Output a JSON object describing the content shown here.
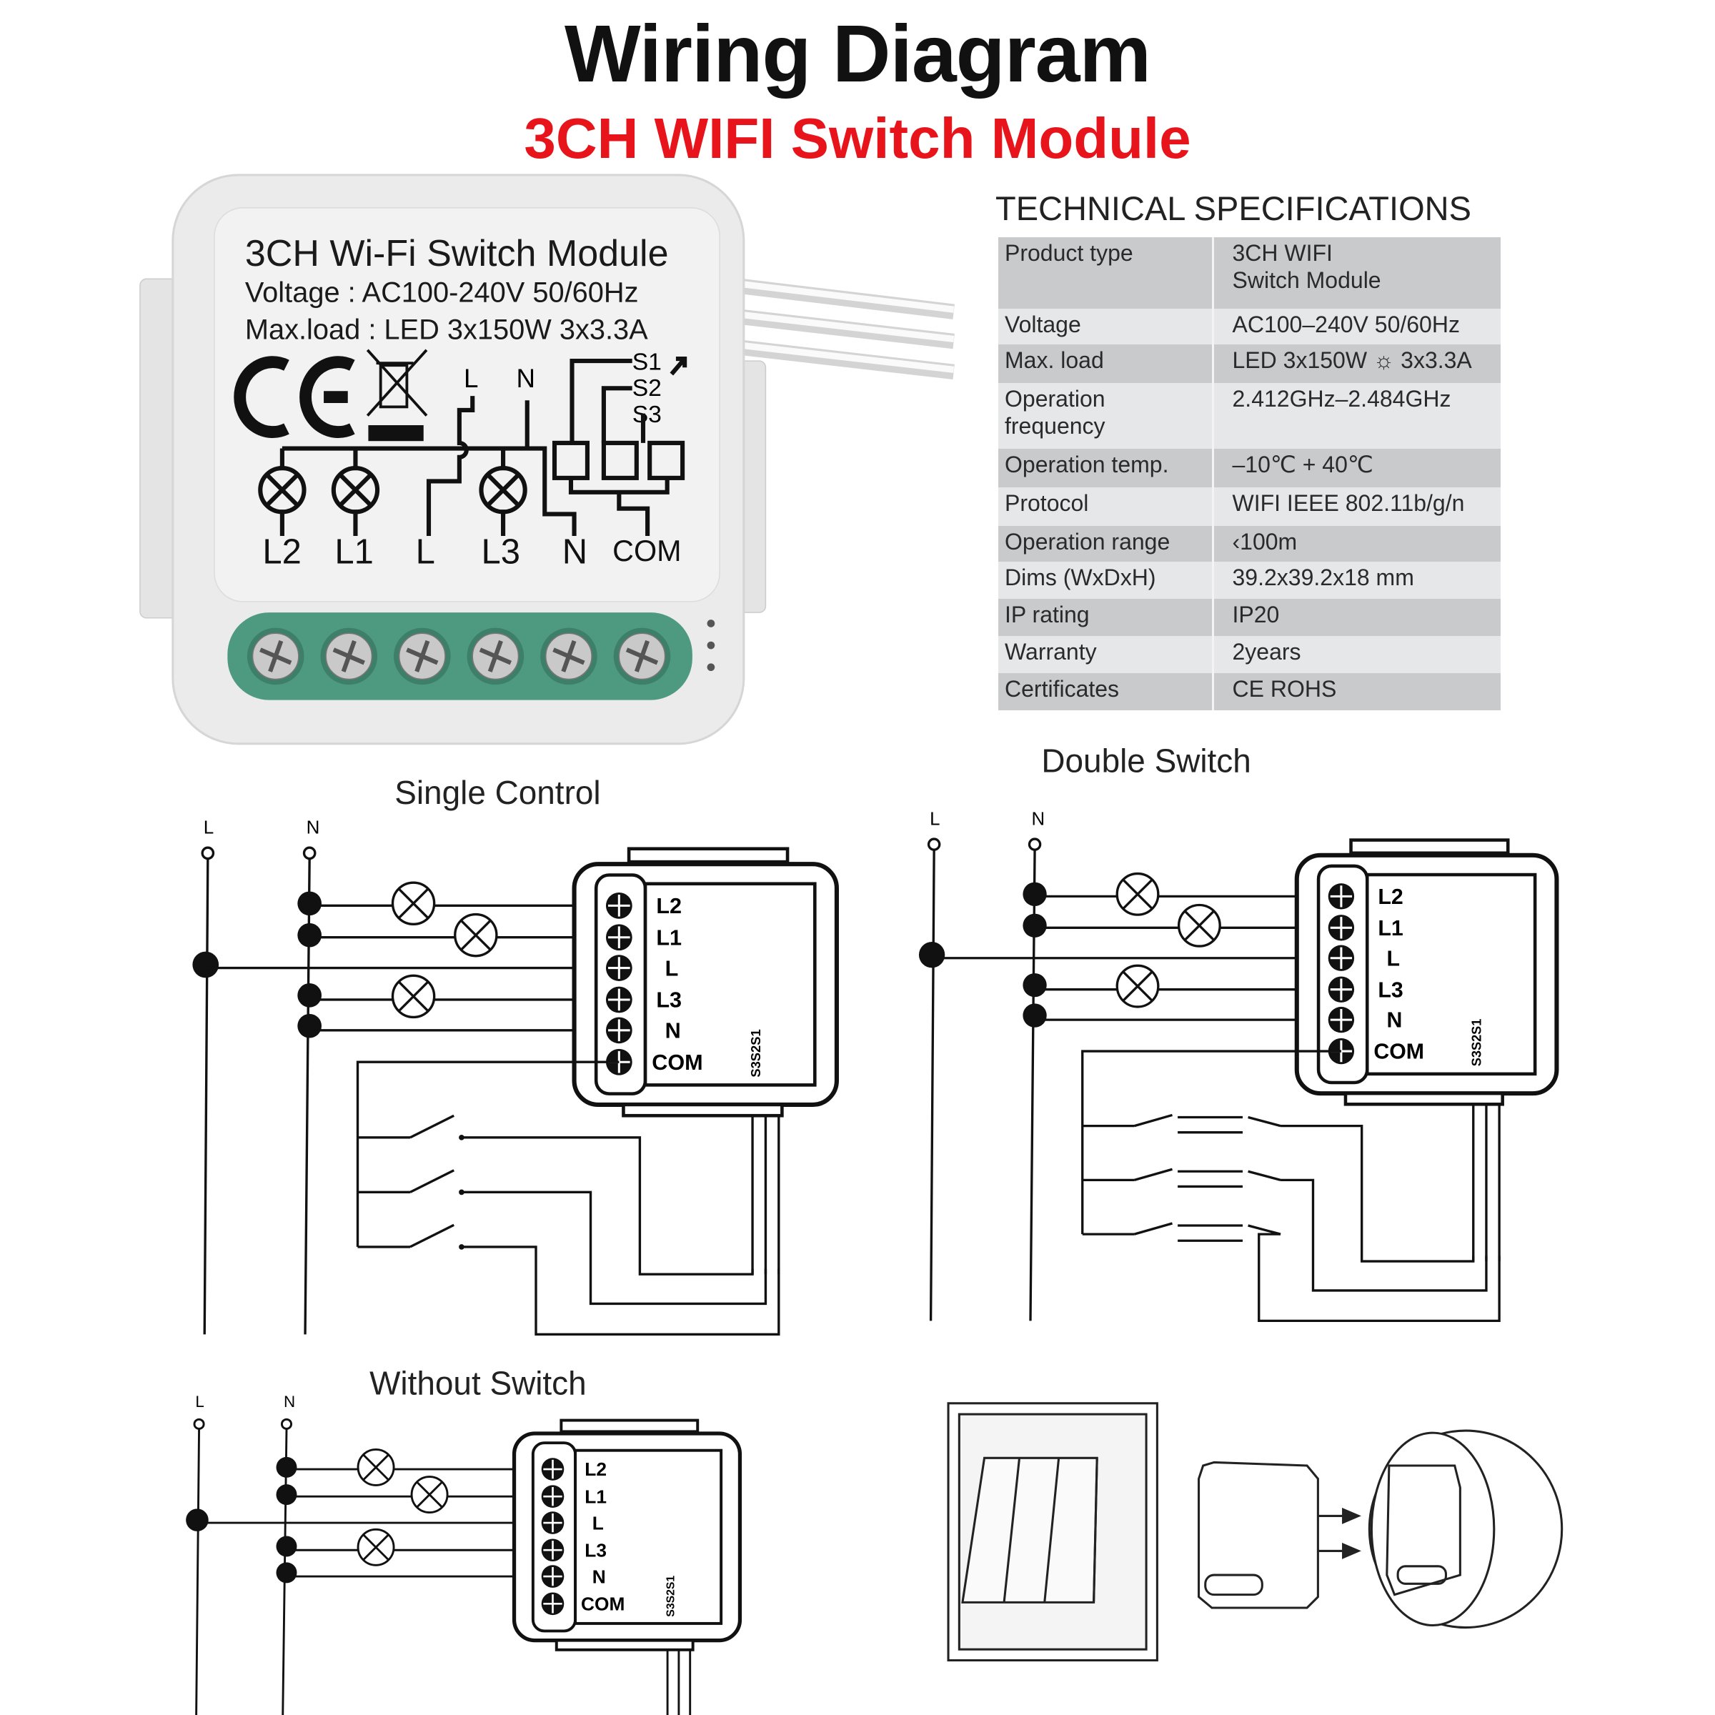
{
  "header": {
    "title": "Wiring Diagram",
    "subtitle": "3CH WIFI Switch Module"
  },
  "colors": {
    "subtitle": "#e8141c",
    "terminal_green": "#4e9a80",
    "table_dark": "#c9cacc",
    "table_light": "#e6e7e8"
  },
  "module_label": {
    "line1": "3CH Wi-Fi Switch Module",
    "line2": "Voltage : AC100-240V 50/60Hz",
    "line3": "Max.load : LED 3x150W  3x3.3A",
    "marks": [
      "CE",
      "weee-bin-icon"
    ],
    "inputs": [
      "L",
      "N"
    ],
    "switch_inputs": [
      "S1",
      "S2",
      "S3"
    ],
    "terminals": [
      "L2",
      "L1",
      "L",
      "L3",
      "N",
      "COM"
    ]
  },
  "specs": {
    "title": "TECHNICAL SPECIFICATIONS",
    "rows": [
      {
        "k": "Product type",
        "v": "3CH WIFI",
        "v2": "Switch Module"
      },
      {
        "k": "Voltage",
        "v": "AC100–240V 50/60Hz"
      },
      {
        "k": "Max. load",
        "v": "LED 3x150W",
        "v2": "3x3.3A",
        "icon": "sun-icon"
      },
      {
        "k": "Operation",
        "k2": "frequency",
        "v": "2.412GHz–2.484GHz"
      },
      {
        "k": "Operation temp.",
        "v": "–10℃ + 40℃"
      },
      {
        "k": "Protocol",
        "v": "WIFI  IEEE 802.11b/g/n"
      },
      {
        "k": "Operation range",
        "v": "‹100m"
      },
      {
        "k": "Dims (WxDxH)",
        "v": "39.2x39.2x18 mm"
      },
      {
        "k": "IP rating",
        "v": "IP20"
      },
      {
        "k": "Warranty",
        "v": "2years"
      },
      {
        "k": "Certificates",
        "v": "CE ROHS"
      }
    ]
  },
  "diagrams": {
    "single": {
      "title": "Single Control"
    },
    "double": {
      "title": "Double Switch"
    },
    "without": {
      "title": "Without Switch"
    },
    "line_labels": [
      "L",
      "N"
    ],
    "terminal_labels": [
      "L2",
      "L1",
      "L",
      "L3",
      "N",
      "COM"
    ],
    "switch_labels": "S3S2S1"
  }
}
